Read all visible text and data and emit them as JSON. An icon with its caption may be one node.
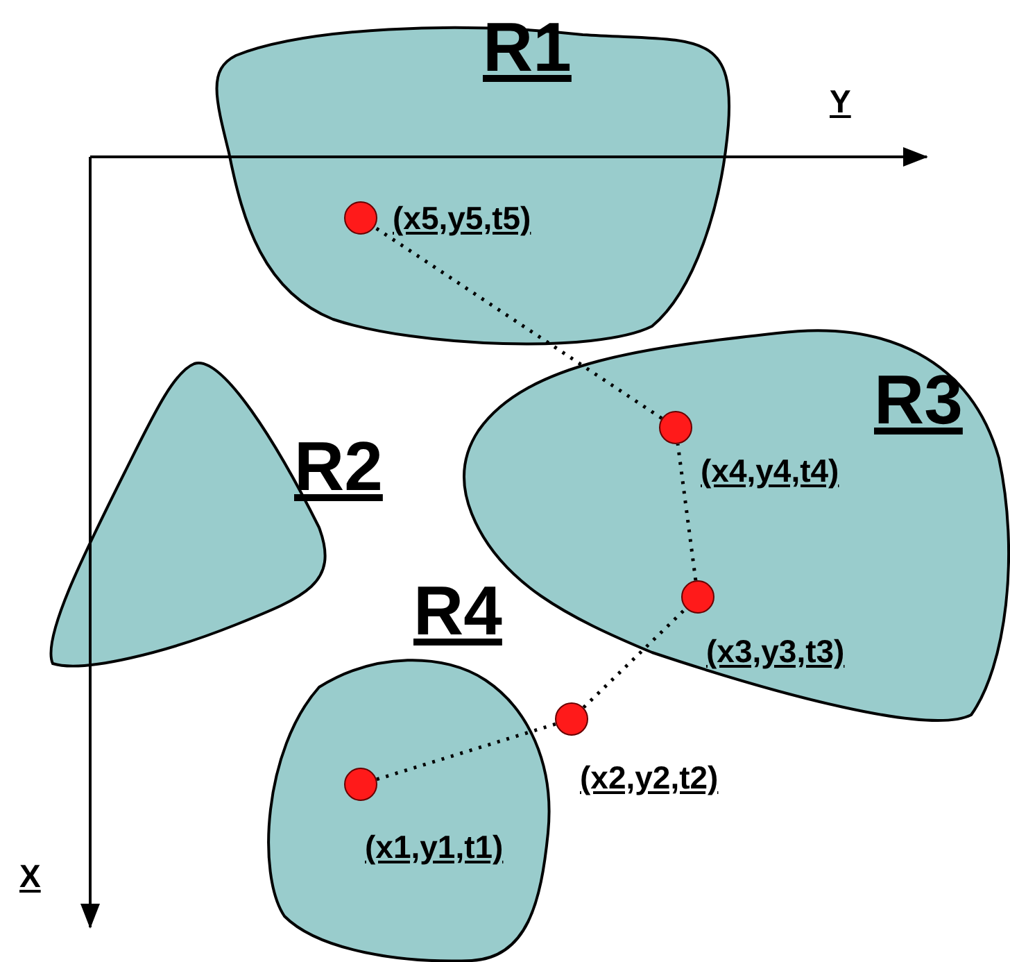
{
  "diagram": {
    "nodes": [
      {
        "text": [
          "R1"
        ]
      },
      {
        "text": [],
        "shape": "circle",
        "beside": [
          "(x5,y5,t5)"
        ],
        "in": 0
      },
      {
        "text": [
          "R3"
        ]
      },
      {
        "text": [],
        "shape": "circle",
        "beside": [
          "(x4,y4,t4)"
        ],
        "in": 2
      },
      {
        "text": [
          "R2"
        ]
      },
      {
        "text": [],
        "shape": "circle",
        "beside": [
          "(x3,y3,t3)"
        ],
        "in": 2
      },
      {
        "text": [
          "R4"
        ]
      },
      {
        "text": [],
        "shape": "circle",
        "beside": [
          "(x2,y2,t2)"
        ]
      },
      {
        "text": [],
        "shape": "circle",
        "beside": [
          "(x1,y1,t1)"
        ],
        "in": 6
      }
    ],
    "edges": [
      {
        "from": 8,
        "to": 7,
        "arrow": "none",
        "style": "dashed"
      },
      {
        "from": 7,
        "to": 5,
        "arrow": "none",
        "style": "dashed"
      },
      {
        "from": 5,
        "to": 3,
        "arrow": "none",
        "style": "dashed"
      },
      {
        "from": 3,
        "to": 1,
        "arrow": "none",
        "style": "dashed"
      }
    ],
    "labels": [
      "Y",
      "X"
    ]
  }
}
